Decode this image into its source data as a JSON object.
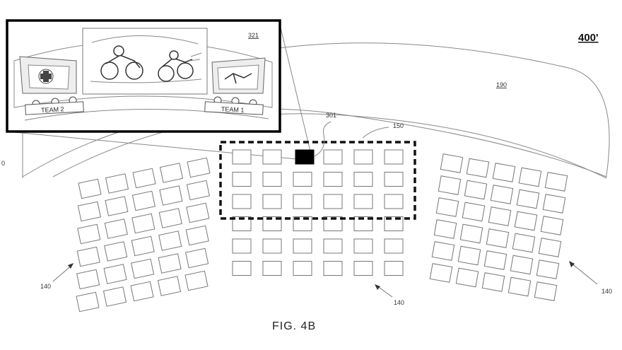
{
  "figure": {
    "caption": "FIG. 4B",
    "reference": "400'",
    "labels": {
      "screen": "190",
      "selected_seat": "301",
      "highlight_region": "150",
      "seating_left": "140",
      "seating_center": "140",
      "seating_right": "140",
      "inset": "321",
      "edge_fragment": "0"
    },
    "inset_panel": {
      "team_left": "TEAM 2",
      "team_right": "TEAM 1"
    }
  }
}
